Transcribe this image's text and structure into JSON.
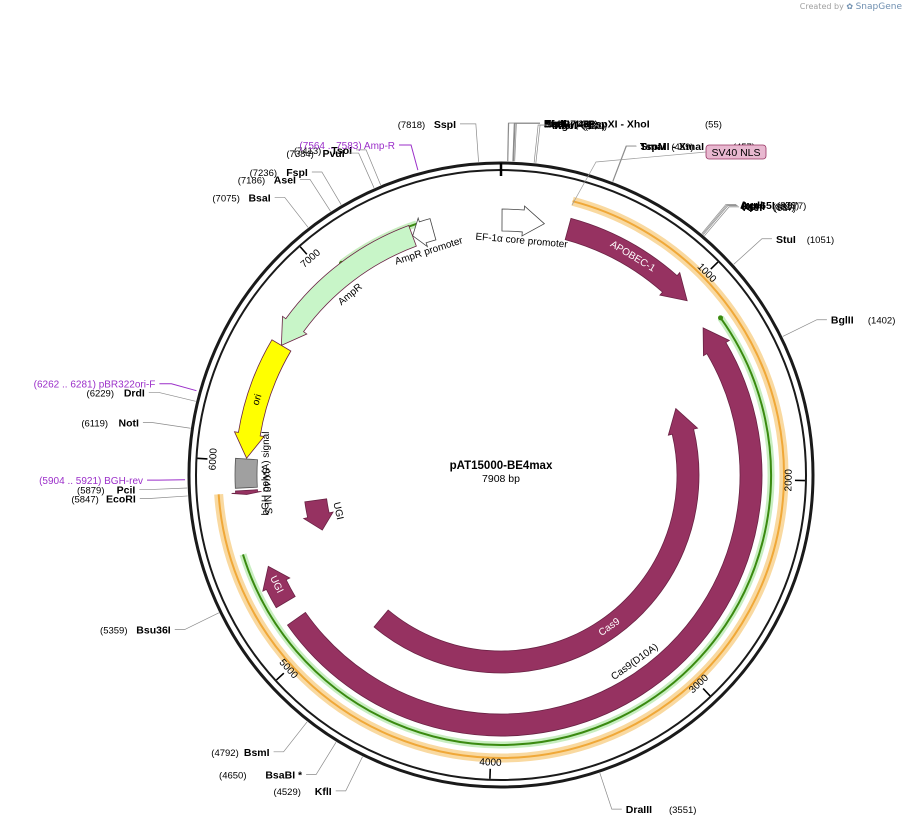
{
  "credit": {
    "prefix": "Created by",
    "brand": "SnapGene"
  },
  "plasmid": {
    "name": "pAT15000-BE4max",
    "length": 7908,
    "length_label": "7908 bp"
  },
  "colors": {
    "backbone": "#1a1a1a",
    "cds": "#963261",
    "orange_feature": "#f0a838",
    "green_feature": "#3a8a10",
    "amp_promoter": "#c8f5c8",
    "ori": "#ffff00",
    "polyA": "#a0a0a0",
    "primer": "#9b2fc9",
    "tag": "#e8b8d0"
  },
  "ticks": [
    {
      "pos": 1000,
      "label": "1000"
    },
    {
      "pos": 2000,
      "label": "2000"
    },
    {
      "pos": 3000,
      "label": "3000"
    },
    {
      "pos": 4000,
      "label": "4000"
    },
    {
      "pos": 5000,
      "label": "5000"
    },
    {
      "pos": 6000,
      "label": "6000"
    },
    {
      "pos": 7000,
      "label": "7000"
    }
  ],
  "features": [
    {
      "name": "AmpR promoter",
      "start": 7463,
      "end": 7568,
      "strand": -1,
      "ring": "inner1",
      "color": "#ffffff",
      "label": "AmpR promoter",
      "label_inside": false
    },
    {
      "name": "AmpR",
      "start": 6602,
      "end": 7462,
      "strand": -1,
      "ring": "inner1",
      "color": "#c8f5c8",
      "label": "AmpR",
      "label_inside": false
    },
    {
      "name": "ori",
      "start": 6014,
      "end": 6602,
      "strand": -1,
      "ring": "inner1",
      "color": "#ffff00",
      "label": "ori",
      "label_inside": true
    },
    {
      "name": "bGH poly(A) signal",
      "start": 5868,
      "end": 6010,
      "strand": 0,
      "ring": "inner1",
      "color": "#a0a0a0",
      "label": "bGH poly(A) signal",
      "label_inside": false
    },
    {
      "name": "SV40 NLS",
      "start": 5835,
      "end": 5855,
      "strand": -1,
      "ring": "inner1",
      "color": "#963261",
      "label": "SV40 NLS",
      "label_inside": false
    },
    {
      "name": "EF-1α core promoter",
      "start": 5,
      "end": 215,
      "strand": 1,
      "ring": "inner1",
      "color": "#ffffff",
      "label": "EF-1α core promoter",
      "label_inside": false
    },
    {
      "name": "APOBEC-1",
      "start": 335,
      "end": 1030,
      "strand": 1,
      "ring": "inner1",
      "color": "#963261",
      "label": "APOBEC-1",
      "label_inside": true
    },
    {
      "name": "Cas9",
      "start": 1520,
      "end": 4830,
      "strand": -1,
      "ring": "inner3",
      "color": "#963261",
      "label": "Cas9",
      "label_inside": true
    },
    {
      "name": "UGI (inner)",
      "start": 5555,
      "end": 5760,
      "strand": -1,
      "ring": "inner3",
      "color": "#963261",
      "label": "UGI",
      "label_inside": false
    },
    {
      "name": "Cas9(D10A)",
      "start": 1185,
      "end": 5160,
      "strand": -1,
      "ring": "inner2",
      "color": "#963261",
      "label": "Cas9(D10A)",
      "label_inside": false
    },
    {
      "name": "UGI (outer)",
      "start": 5260,
      "end": 5460,
      "strand": 1,
      "ring": "inner2",
      "color": "#963261",
      "label": "UGI",
      "label_inside": true
    },
    {
      "name": "green translation",
      "start": 1195,
      "end": 5555,
      "strand": -1,
      "ring": "green",
      "color": "#3a8a10",
      "label": "",
      "label_inside": false
    },
    {
      "name": "green translation 2",
      "start": 7095,
      "end": 7500,
      "strand": -1,
      "ring": "green_top",
      "color": "#3a8a10",
      "label": "",
      "label_inside": false
    },
    {
      "name": "orange feature",
      "start": 322,
      "end": 5845,
      "strand": 0,
      "ring": "orange",
      "color": "#f0a838",
      "label": "",
      "label_inside": false
    }
  ],
  "primers": [
    {
      "name": "Amp-R",
      "label": "(7564 .. 7583)  Amp-R",
      "pos": 7573,
      "strand": -1
    },
    {
      "name": "pBR322ori-F",
      "label": "(6262 .. 6281)  pBR322ori-F",
      "pos": 6271,
      "strand": 1
    },
    {
      "name": "BGH-rev",
      "label": "(5904 .. 5921)  BGH-rev",
      "pos": 5912,
      "strand": -1
    }
  ],
  "sv40_tag": {
    "label": "SV40 NLS"
  },
  "sites_right": [
    {
      "name": "ZraI",
      "pos": "(26)",
      "at": 26
    },
    {
      "name": "AatII",
      "pos": "(28)",
      "at": 28
    },
    {
      "name": "KasI",
      "pos": "(47)",
      "at": 47
    },
    {
      "name": "NarI",
      "pos": "(48)",
      "at": 48
    },
    {
      "name": "SfoI",
      "pos": "(49)",
      "at": 49
    },
    {
      "name": "PluTI",
      "pos": "(51)",
      "at": 51
    },
    {
      "name": "PaeR7I",
      "extra": "- PspXI   - XhoI",
      "pos": "(55)",
      "at": 55
    },
    {
      "name": "MfeI",
      "pos": "(133)",
      "at": 133
    },
    {
      "name": "AgeI",
      "pos": "(140)",
      "at": 140
    },
    {
      "name": "TspMI",
      "extra": "- XmaI",
      "pos": "(457)",
      "at": 457
    },
    {
      "name": "SmaI",
      "pos": "(459)",
      "at": 459
    },
    {
      "name": "AvrII",
      "pos": "(873)",
      "at": 873
    },
    {
      "name": "Acc65I",
      "pos": "(877)",
      "at": 877
    },
    {
      "name": "KpnI",
      "pos": "(881)",
      "at": 881
    },
    {
      "name": "AleI",
      "pos": "(887)",
      "at": 887
    },
    {
      "name": "StuI",
      "pos": "(1051)",
      "at": 1051
    },
    {
      "name": "BglII",
      "pos": "(1402)",
      "at": 1402
    },
    {
      "name": "DraIII",
      "pos": "(3551)",
      "at": 3551
    }
  ],
  "sites_left": [
    {
      "name": "SspI",
      "pos": "(7818)",
      "at": 7818
    },
    {
      "name": "TsoI",
      "pos": "(7413)",
      "at": 7413
    },
    {
      "name": "PvuI",
      "pos": "(7384)",
      "at": 7384
    },
    {
      "name": "FspI",
      "pos": "(7236)",
      "at": 7236
    },
    {
      "name": "AseI",
      "pos": "(7186)",
      "at": 7186
    },
    {
      "name": "BsaI",
      "pos": "(7075)",
      "at": 7075
    },
    {
      "name": "DrdI",
      "pos": "(6229)",
      "at": 6229
    },
    {
      "name": "NotI",
      "pos": "(6119)",
      "at": 6119
    },
    {
      "name": "PciI",
      "pos": "(5879)",
      "at": 5879
    },
    {
      "name": "EcoRI",
      "pos": "(5847)",
      "at": 5847
    },
    {
      "name": "Bsu36I",
      "pos": "(5359)",
      "at": 5359
    },
    {
      "name": "BsmI",
      "pos": "(4792)",
      "at": 4792
    },
    {
      "name": "BsaBI",
      "extra": "*",
      "pos": "(4650)",
      "at": 4650
    },
    {
      "name": "KflI",
      "pos": "(4529)",
      "at": 4529
    }
  ]
}
